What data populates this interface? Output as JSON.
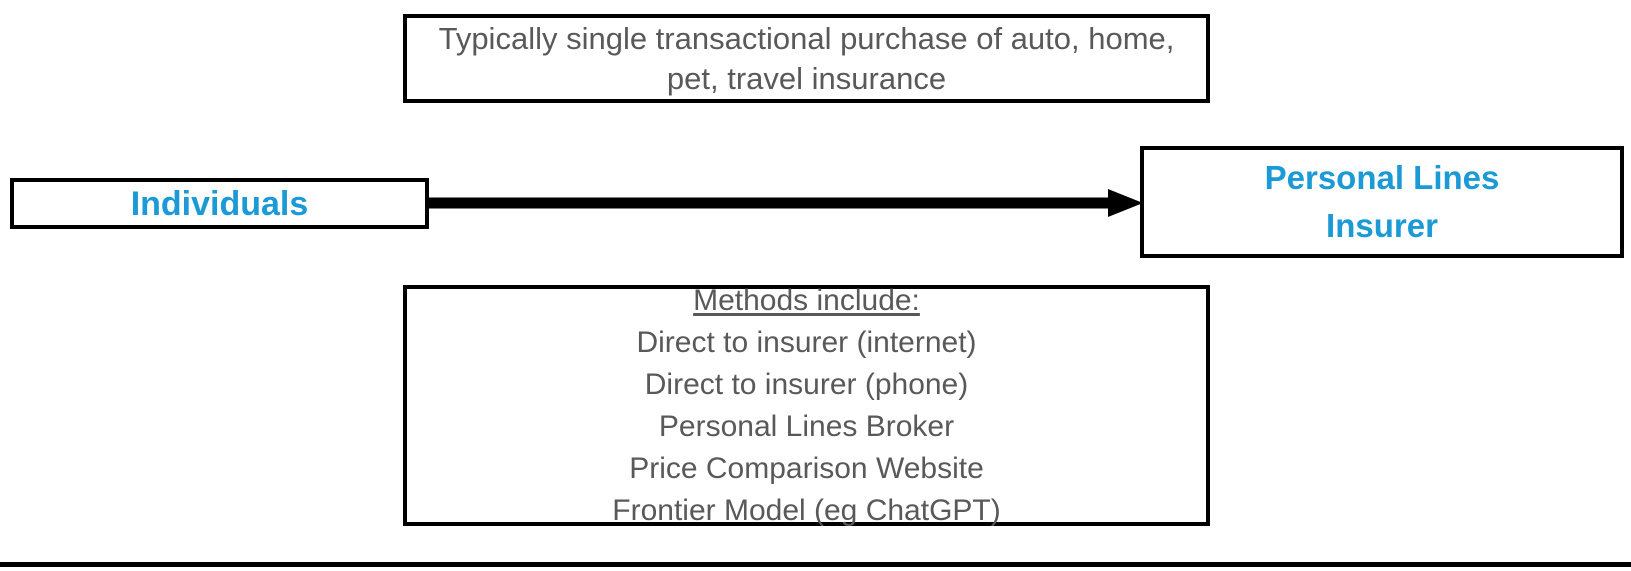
{
  "diagram": {
    "title": "Personal lines insurance purchase flow",
    "colors": {
      "entity_text": "#1B9AD6",
      "note_text": "#595959",
      "border": "#000000",
      "arrow": "#000000",
      "background": "#FFFFFF"
    },
    "note_box": {
      "text": "Typically single transactional purchase of auto, home, pet, travel insurance"
    },
    "source_entity": {
      "label": "Individuals"
    },
    "target_entity": {
      "label": "Personal Lines\nInsurer"
    },
    "arrow": {
      "icon": "right-arrow-icon",
      "label": ""
    },
    "methods_box": {
      "heading": "Methods include:",
      "items": [
        "Direct to insurer (internet)",
        "Direct to insurer (phone)",
        "Personal Lines Broker",
        "Price Comparison Website",
        "Frontier Model (eg ChatGPT)"
      ]
    },
    "footer_rule": {
      "visible": true
    }
  }
}
